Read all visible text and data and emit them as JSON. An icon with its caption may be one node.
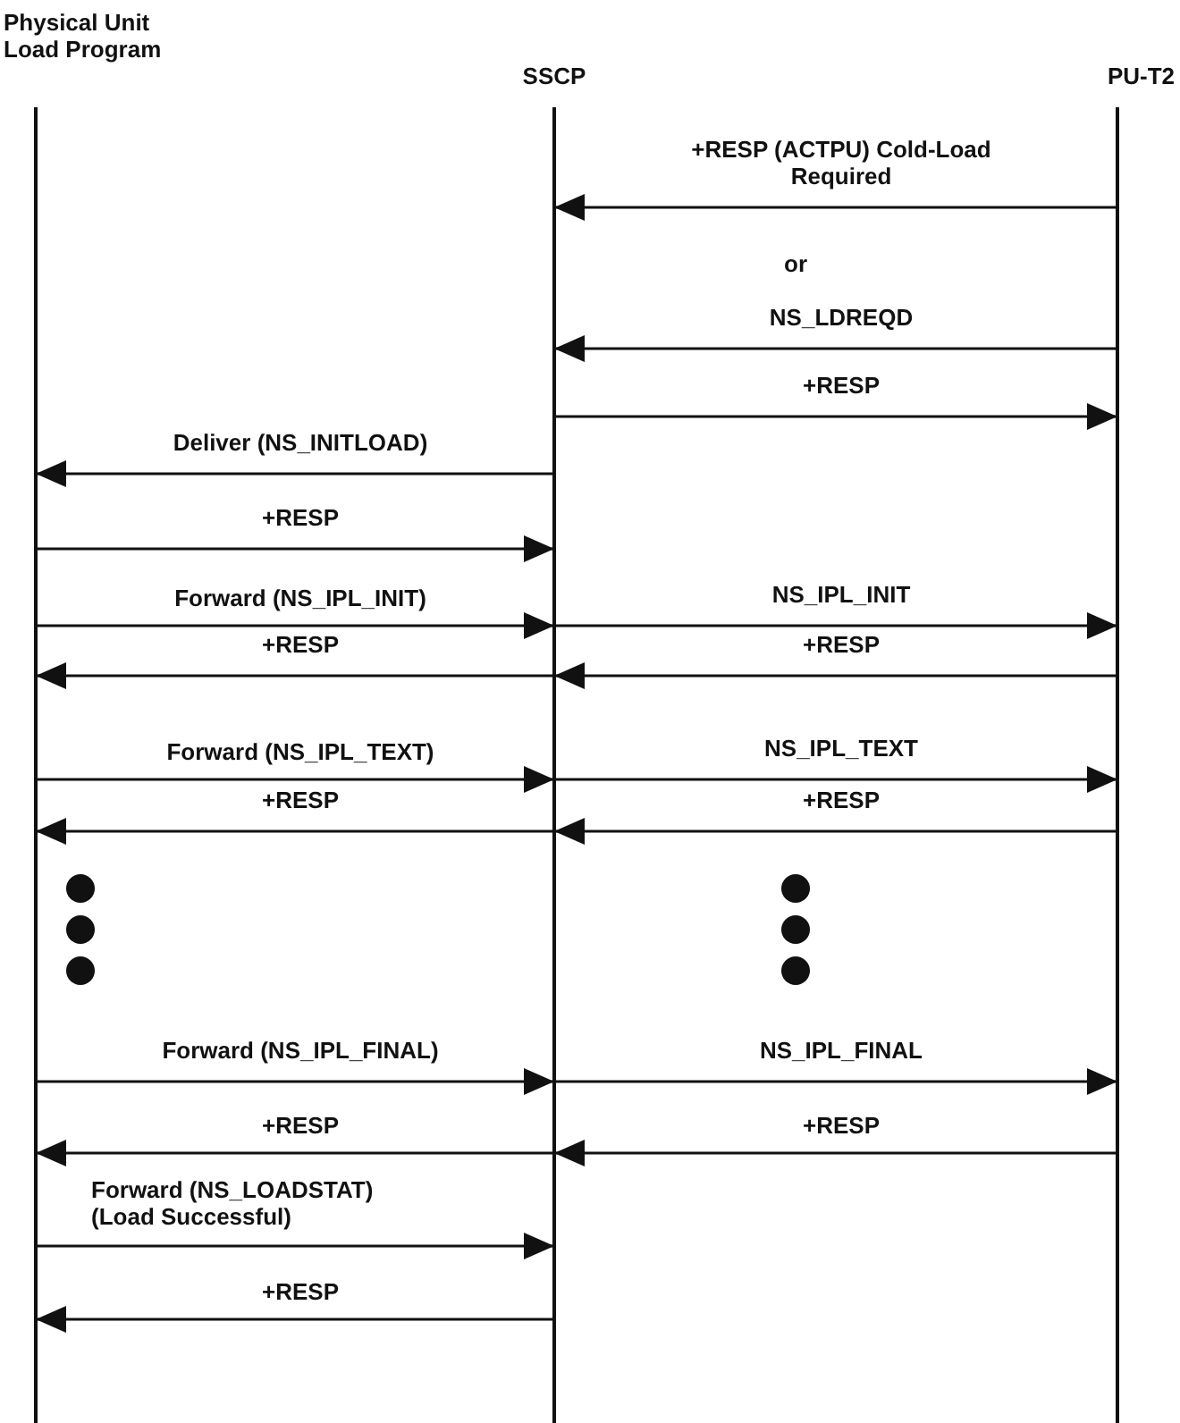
{
  "diagram": {
    "nodes": [
      {
        "text": [
          "Physical Unit Load Program"
        ]
      },
      {
        "text": [
          "SSCP"
        ]
      },
      {
        "text": [
          "PU-T2"
        ]
      }
    ],
    "edges": [
      {
        "from": 2,
        "to": 1,
        "arrow": "to",
        "label": "+RESP (ACTPU) Cold-Load Required"
      },
      {
        "from": 2,
        "to": 1,
        "arrow": "to",
        "label": "NS_LDREQD"
      },
      {
        "from": 1,
        "to": 2,
        "arrow": "to",
        "label": "+RESP"
      },
      {
        "from": 1,
        "to": 0,
        "arrow": "to",
        "label": "Deliver (NS_INITLOAD)"
      },
      {
        "from": 0,
        "to": 1,
        "arrow": "to",
        "label": "+RESP"
      },
      {
        "from": 0,
        "to": 1,
        "arrow": "to",
        "label": "Forward (NS_IPL_INIT)"
      },
      {
        "from": 1,
        "to": 2,
        "arrow": "to",
        "label": "NS_IPL_INIT"
      },
      {
        "from": 1,
        "to": 0,
        "arrow": "to",
        "label": "+RESP"
      },
      {
        "from": 2,
        "to": 1,
        "arrow": "to",
        "label": "+RESP"
      },
      {
        "from": 0,
        "to": 1,
        "arrow": "to",
        "label": "Forward (NS_IPL_TEXT)"
      },
      {
        "from": 1,
        "to": 2,
        "arrow": "to",
        "label": "NS_IPL_TEXT"
      },
      {
        "from": 1,
        "to": 0,
        "arrow": "to",
        "label": "+RESP"
      },
      {
        "from": 2,
        "to": 1,
        "arrow": "to",
        "label": "+RESP"
      },
      {
        "from": 0,
        "to": 1,
        "arrow": "to",
        "label": "Forward (NS_IPL_FINAL)"
      },
      {
        "from": 1,
        "to": 2,
        "arrow": "to",
        "label": "NS_IPL_FINAL"
      },
      {
        "from": 1,
        "to": 0,
        "arrow": "to",
        "label": "+RESP"
      },
      {
        "from": 2,
        "to": 1,
        "arrow": "to",
        "label": "+RESP"
      },
      {
        "from": 0,
        "to": 1,
        "arrow": "to",
        "label": "Forward (NS_LOADSTAT) (Load Successful)"
      },
      {
        "from": 1,
        "to": 0,
        "arrow": "to",
        "label": "+RESP"
      }
    ],
    "labels": [
      "or"
    ]
  }
}
